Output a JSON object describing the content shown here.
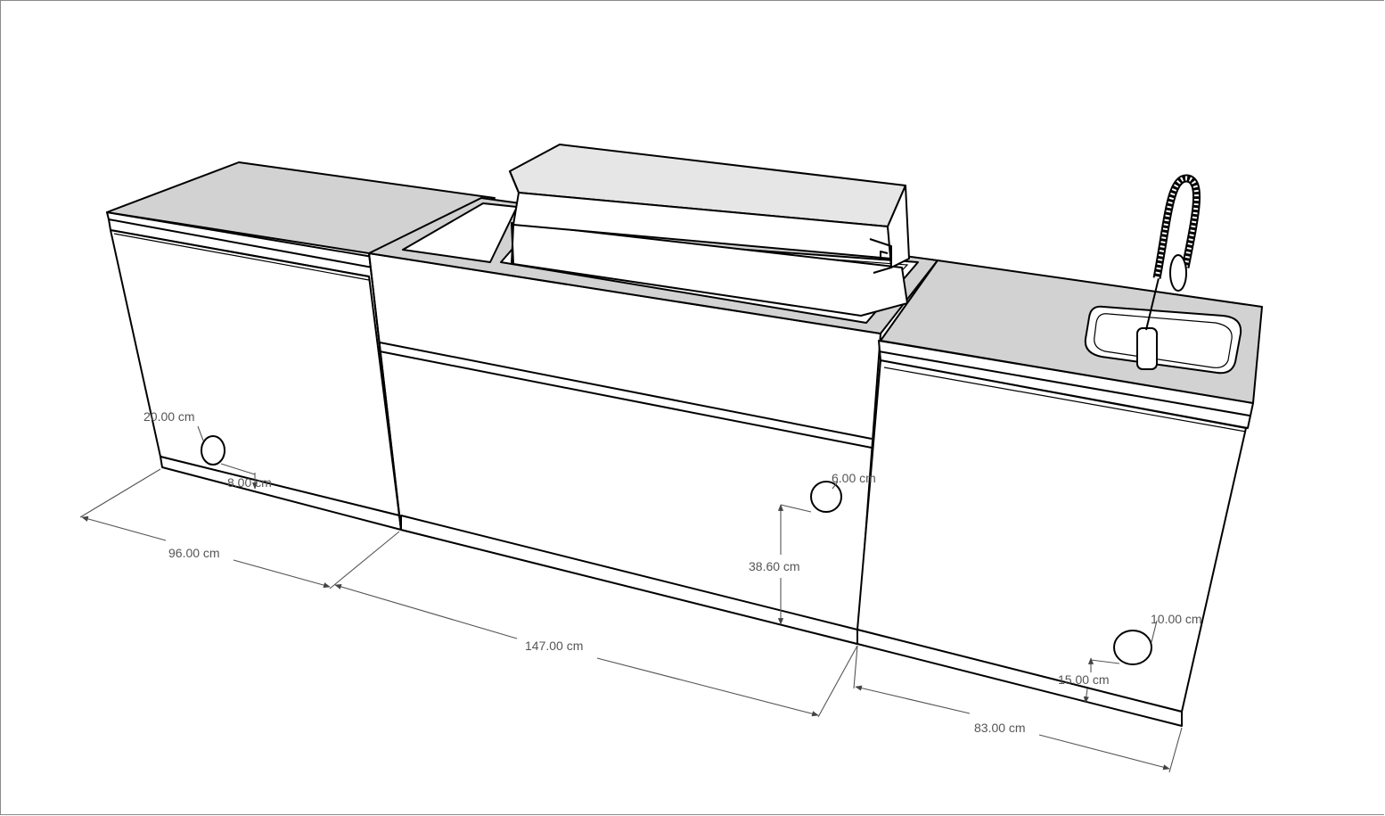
{
  "dimensions": {
    "left_cabinet_width": "96.00 cm",
    "grill_cabinet_width": "147.00 cm",
    "sink_cabinet_width": "83.00 cm",
    "left_hole_diameter": "20.00 cm",
    "left_hole_offset": "8.00 cm",
    "center_hole_diameter": "6.00 cm",
    "center_hole_height": "38.60 cm",
    "right_hole_diameter": "10.00 cm",
    "right_hole_height": "15.00 cm"
  },
  "colors": {
    "countertop": "#d2d2d2",
    "grill_lid_top": "#e6e6e6",
    "body": "#ffffff",
    "outline": "#000000",
    "dimension": "#555555"
  }
}
